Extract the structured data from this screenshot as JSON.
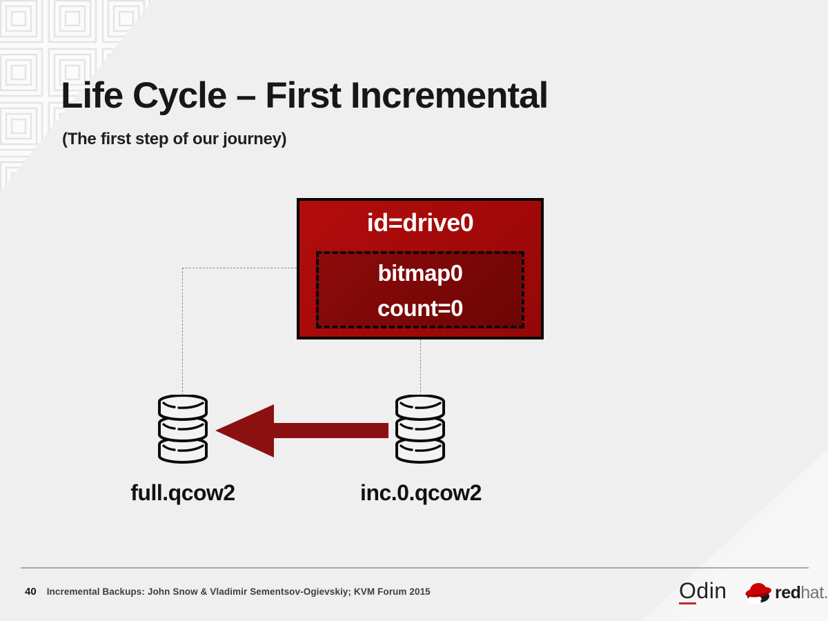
{
  "slide": {
    "title": "Life Cycle – First Incremental",
    "subtitle": "(The first step of our journey)",
    "page_number": "40",
    "footer_caption": "Incremental Backups: John Snow & Vladimir Sementsov-Ogievskiy; KVM Forum 2015"
  },
  "diagram": {
    "drive_box": {
      "label": "id=drive0",
      "bitmap_label": "bitmap0",
      "bitmap_count": "count=0"
    },
    "disks": [
      {
        "label": "full.qcow2"
      },
      {
        "label": "inc.0.qcow2"
      }
    ],
    "arrow": {
      "direction": "right-to-left",
      "from": "inc.0.qcow2",
      "to": "full.qcow2"
    }
  },
  "logos": {
    "odin_first_letter": "O",
    "odin_rest": "din",
    "redhat_bold": "red",
    "redhat_light": "hat."
  },
  "colors": {
    "background": "#efefef",
    "drive_box_fill": "#a30909",
    "bitmap_box_fill": "#7a0707",
    "arrow": "#8b1010",
    "box_border": "#000000",
    "connector": "#8d8d8d",
    "odin_underline": "#c1272d",
    "redhat_red": "#cc0000"
  }
}
